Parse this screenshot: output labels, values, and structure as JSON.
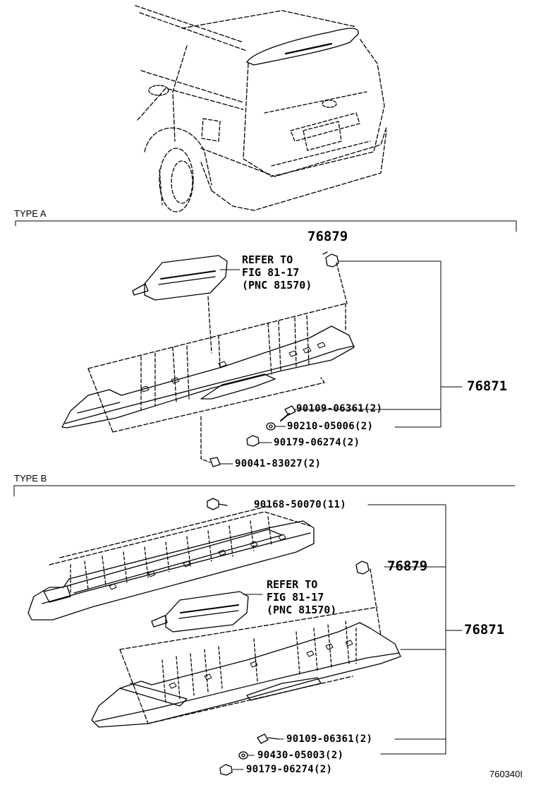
{
  "sections": {
    "type_a": "TYPE A",
    "type_b": "TYPE B"
  },
  "type_a": {
    "refer_line1": "REFER TO",
    "refer_line2": "FIG 81-17",
    "refer_line3": "(PNC 81570)",
    "part_76879": "76879",
    "part_76871": "76871",
    "part_bolt": "90109-06361(2)",
    "part_washer": "90210-05006(2)",
    "part_nut": "90179-06274(2)",
    "part_clip": "90041-83027(2)"
  },
  "type_b": {
    "part_clip": "90168-50070(11)",
    "part_76879": "76879",
    "refer_line1": "REFER TO",
    "refer_line2": "FIG 81-17",
    "refer_line3": "(PNC 81570)",
    "part_76871": "76871",
    "part_bolt": "90109-06361(2)",
    "part_washer": "90430-05003(2)",
    "part_nut": "90179-06274(2)"
  },
  "figure_code": "760340I"
}
